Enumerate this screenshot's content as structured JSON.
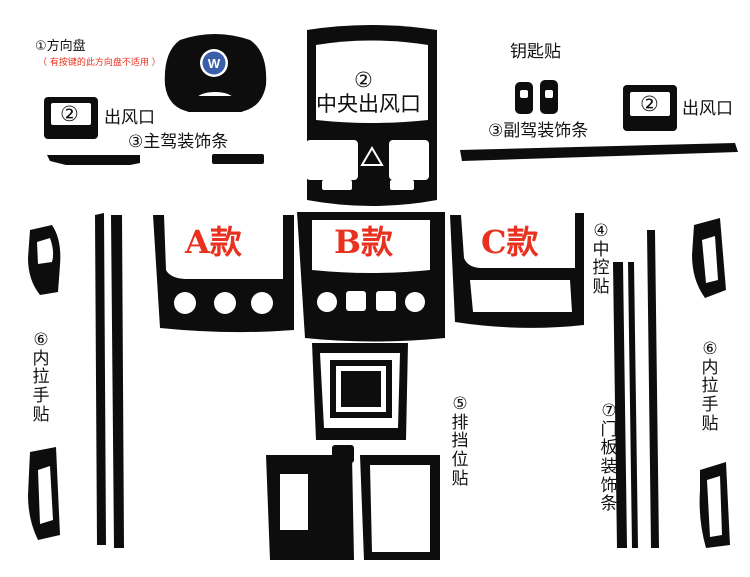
{
  "labels": {
    "steering_wheel": "①方向盘",
    "steering_note": "（ 有按键的此方向盘不适用 ）",
    "center_vent_num": "②",
    "center_vent": "中央出风口",
    "key_sticker": "钥匙贴",
    "left_vent_num": "②",
    "left_vent": "出风口",
    "right_vent_num": "②",
    "right_vent": "出风口",
    "driver_trim": "③主驾装饰条",
    "passenger_trim": "③副驾装饰条",
    "style_a": "A款",
    "style_b": "B款",
    "style_c": "C款",
    "center_console": [
      "④",
      "中",
      "控",
      "贴"
    ],
    "inner_handle_left": [
      "⑥",
      "内",
      "拉",
      "手",
      "贴"
    ],
    "inner_handle_right": [
      "⑥",
      "内",
      "拉",
      "手",
      "贴"
    ],
    "gear_shift": [
      "⑤",
      "排",
      "挡",
      "位",
      "贴"
    ],
    "door_trim": [
      "⑦",
      "门",
      "板",
      "装",
      "饰",
      "条"
    ]
  },
  "colors": {
    "part": "#0d0d0d",
    "accent": "#e8321f",
    "logo_blue": "#3a5fa8"
  },
  "icons": [
    "vw-logo-icon",
    "hazard-triangle-icon"
  ]
}
